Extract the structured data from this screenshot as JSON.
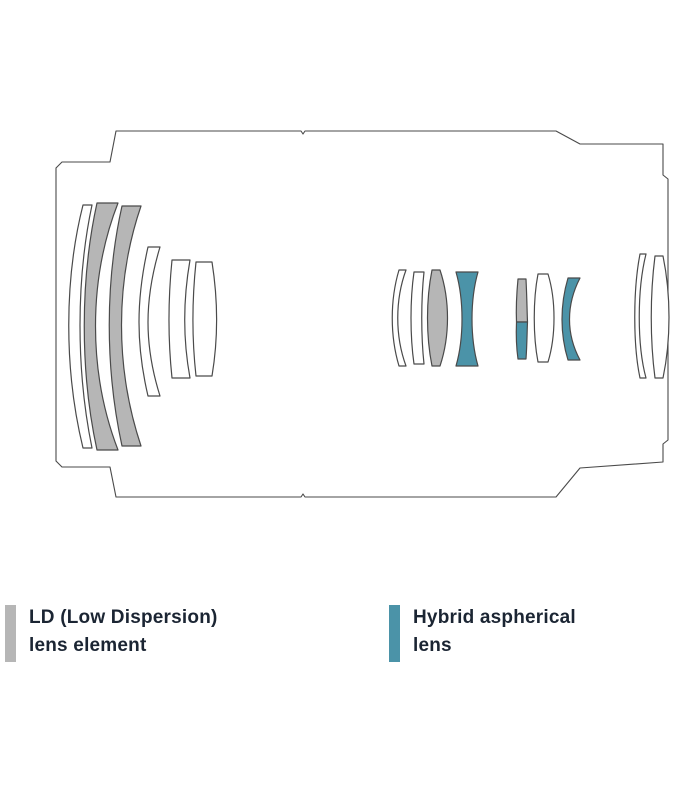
{
  "legend": {
    "ld": {
      "label_line1": "LD (Low Dispersion)",
      "label_line2": "lens element"
    },
    "hybrid": {
      "label_line1": "Hybrid aspherical",
      "label_line2": "lens"
    }
  },
  "colors": {
    "ld": "#b6b6b6",
    "hybrid": "#4b93a8",
    "outline": "#4a4a4a",
    "text": "#1b2533",
    "background": "#ffffff"
  }
}
